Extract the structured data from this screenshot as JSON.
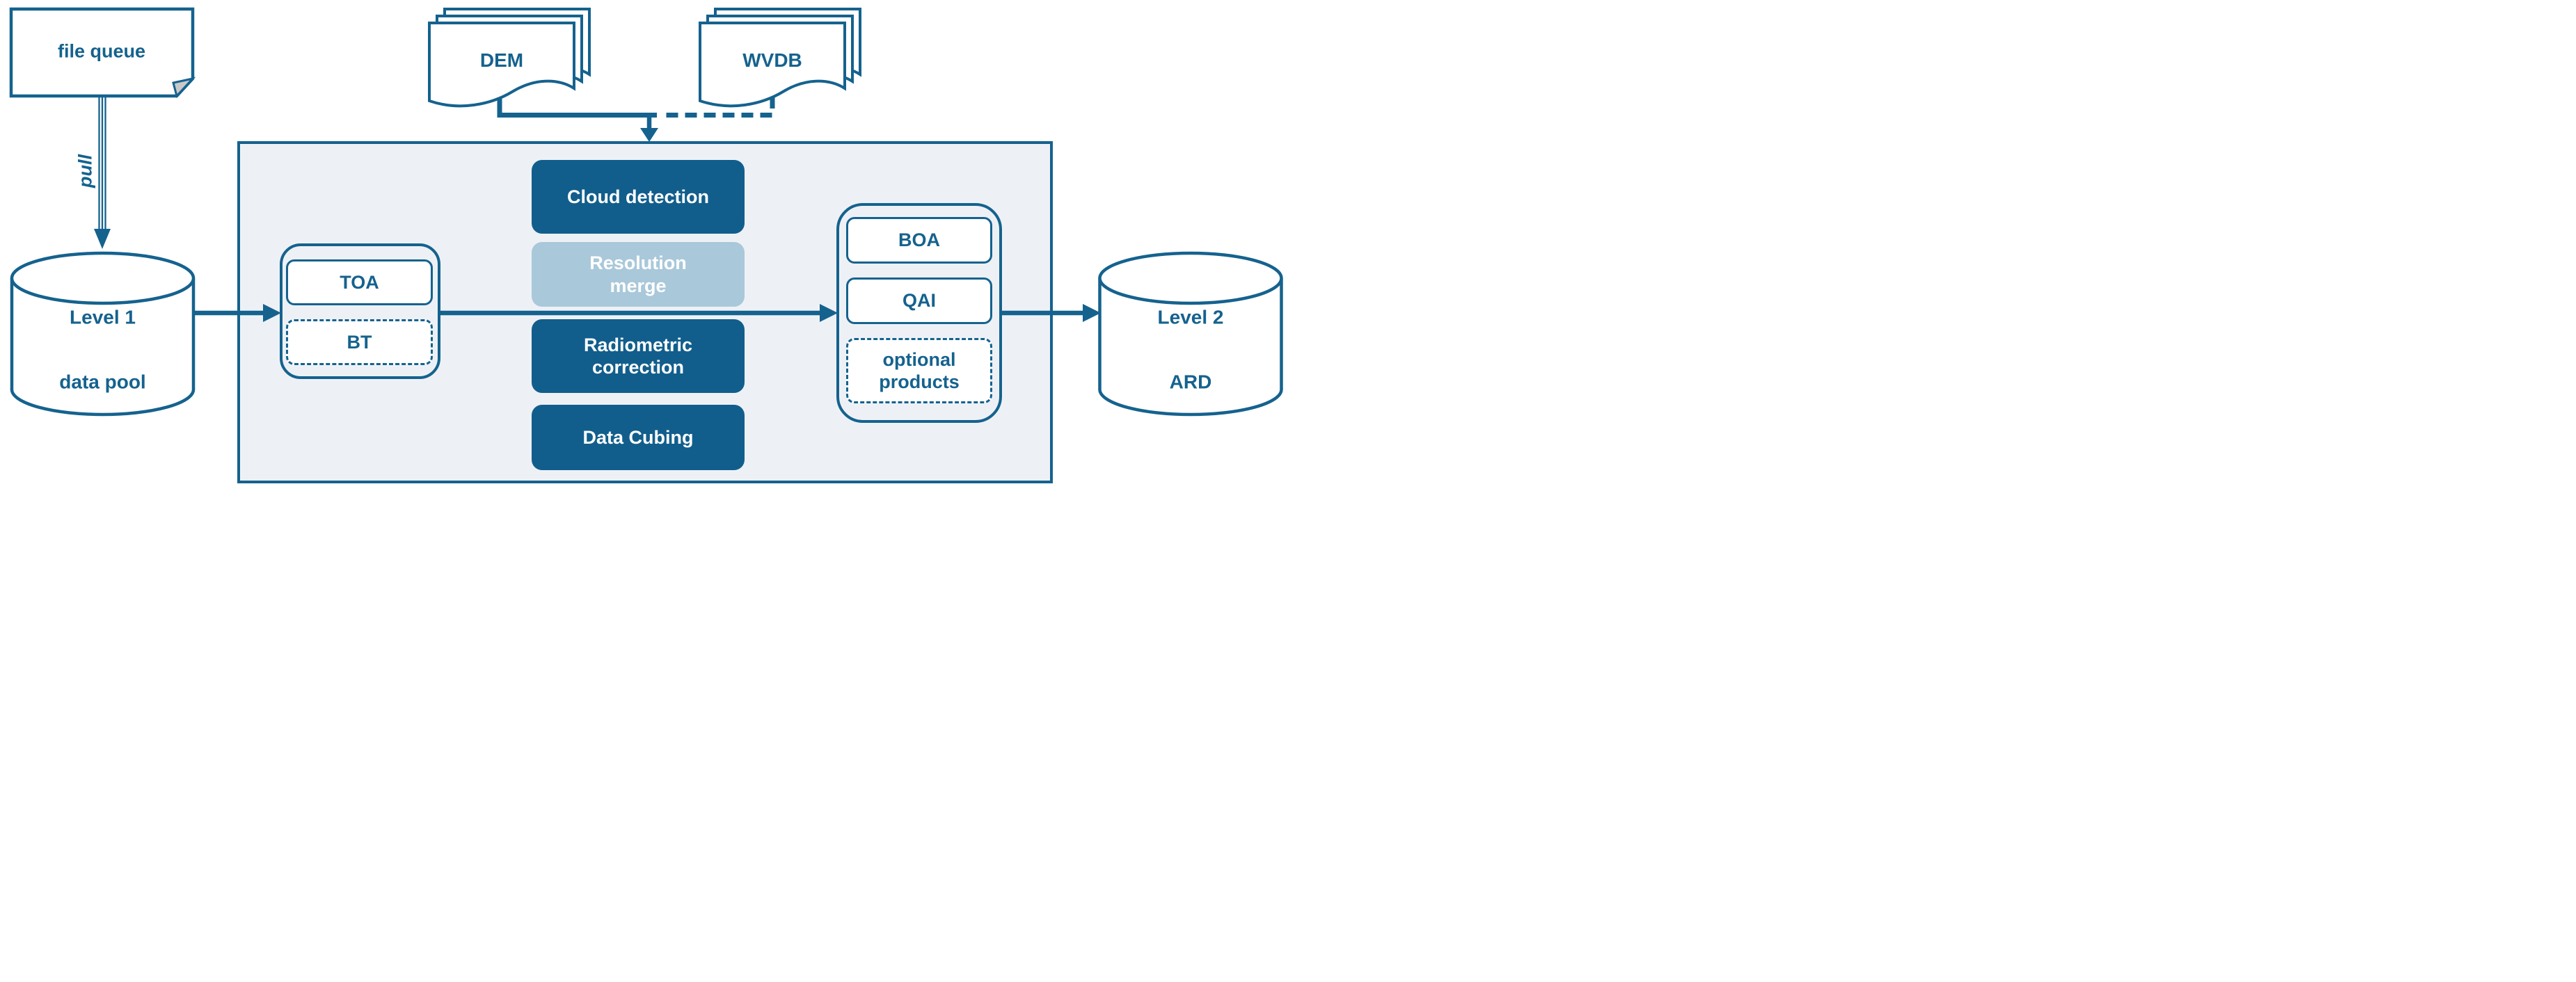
{
  "palette": {
    "accent_blue": "#15628e",
    "dark_box_fill": "#115e8c",
    "light_box_fill": "#a9c8da",
    "processing_panel_fill": "#edf1f6",
    "shape_fill": "#ffffff"
  },
  "file_queue": {
    "label": "file queue"
  },
  "pull_arrow": {
    "label": "pull"
  },
  "level1_pool": {
    "line1": "Level 1",
    "line2": "data pool"
  },
  "aux_inputs": {
    "dem": {
      "label": "DEM"
    },
    "wvdb": {
      "label": "WVDB"
    }
  },
  "processing": {
    "input_group": {
      "toa": {
        "label": "TOA"
      },
      "bt": {
        "label": "BT"
      }
    },
    "steps": [
      {
        "label": "Cloud detection",
        "style": "dark"
      },
      {
        "label": "Resolution\nmerge",
        "style": "light"
      },
      {
        "label": "Radiometric\ncorrection",
        "style": "dark"
      },
      {
        "label": "Data Cubing",
        "style": "dark"
      }
    ],
    "output_group": {
      "boa": {
        "label": "BOA"
      },
      "qai": {
        "label": "QAI"
      },
      "optional": {
        "label": "optional\nproducts"
      }
    }
  },
  "level2_ard": {
    "line1": "Level 2",
    "line2": "ARD"
  }
}
